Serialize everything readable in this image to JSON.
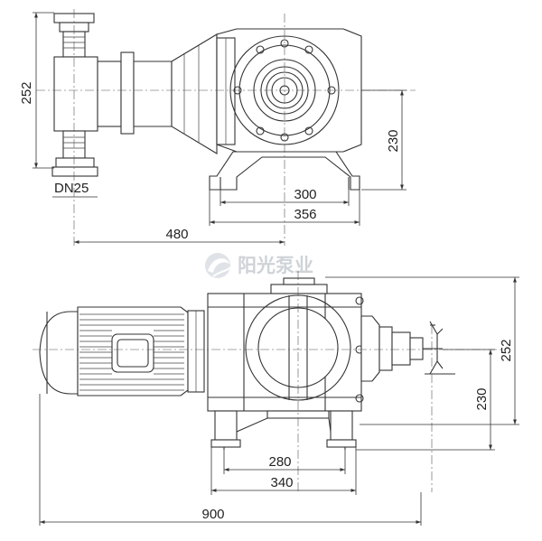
{
  "drawing": {
    "top_view": {
      "dim_252": "252",
      "dim_230": "230",
      "dim_300": "300",
      "dim_356": "356",
      "dim_480": "480",
      "label_dn": "DN25"
    },
    "bottom_view": {
      "dim_252": "252",
      "dim_230": "230",
      "dim_280": "280",
      "dim_340": "340",
      "dim_900": "900"
    },
    "watermark": "阳光泵业"
  },
  "colors": {
    "line": "#333333",
    "watermark": "#cfd3d8",
    "background": "#ffffff"
  },
  "icons": {
    "watermark_logo": "swirl-globe-icon"
  }
}
